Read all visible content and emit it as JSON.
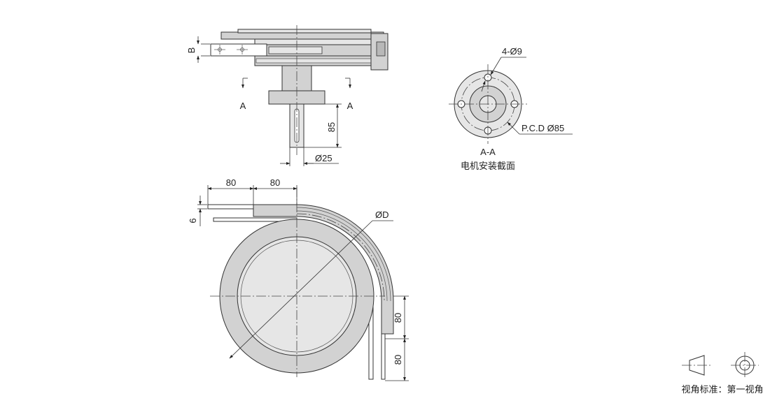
{
  "colors": {
    "part_fill": "#d2d2d2",
    "part_fill_light": "#e6e6e6",
    "part_fill_dark": "#b8b8b8",
    "line": "#333333"
  },
  "side_view": {
    "dim_b": "B",
    "section_mark_left": "A",
    "section_mark_right": "A",
    "dim_shaft_length": "85",
    "dim_shaft_diameter": "Ø25"
  },
  "section_view": {
    "dim_holes": "4-Ø9",
    "dim_pcd": "P.C.D Ø85",
    "title": "A-A",
    "subtitle": "电机安装截面"
  },
  "top_view": {
    "dim_top_left": "80",
    "dim_top_right": "80",
    "dim_thickness": "6",
    "dim_diameter": "ØD",
    "dim_right_upper": "80",
    "dim_right_lower": "80"
  },
  "projection": {
    "label": "视角标准：第一视角"
  }
}
